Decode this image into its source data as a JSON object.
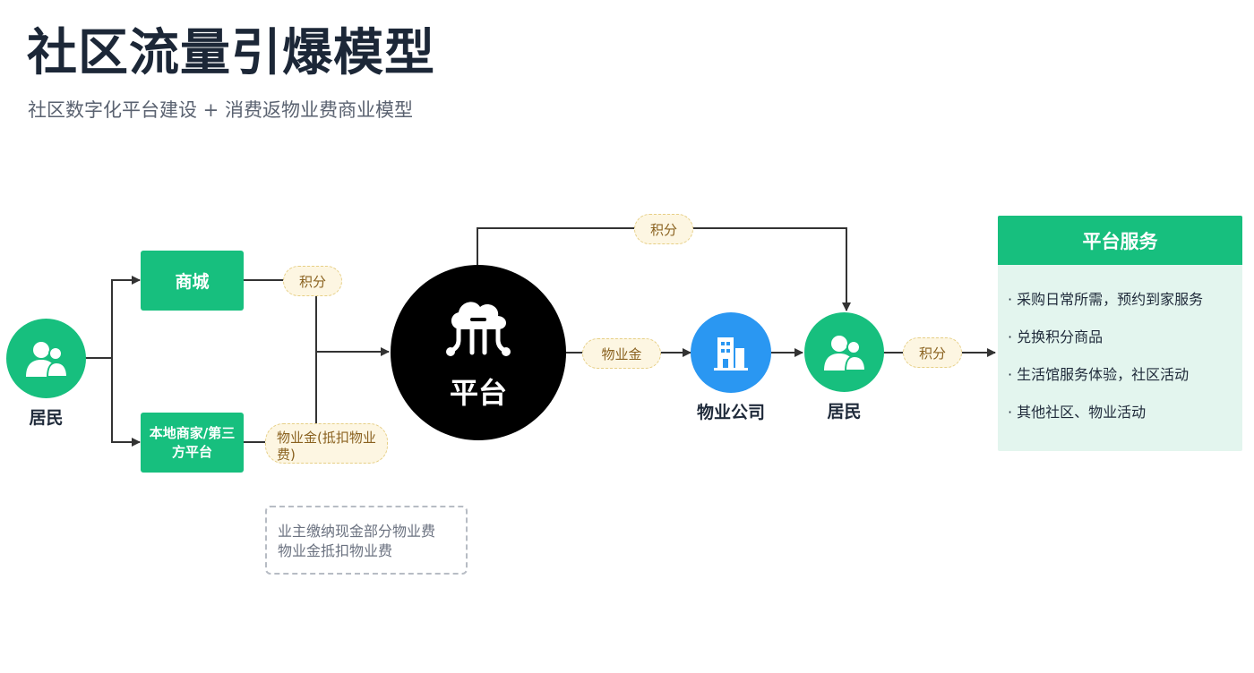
{
  "header": {
    "title": "社区流量引爆模型",
    "subtitle": "社区数字化平台建设 + 消费返物业费商业模型"
  },
  "nodes": {
    "resident_left": "居民",
    "mall": "商城",
    "local_merchant": "本地商家/第三方平台",
    "platform": "平台",
    "property_company": "物业公司",
    "resident_right": "居民"
  },
  "edge_labels": {
    "points_mall": "积分",
    "property_gold_deduct": "物业金(抵扣物业费)",
    "points_top": "积分",
    "property_gold": "物业金",
    "points_right": "积分"
  },
  "note": {
    "lines": [
      "业主缴纳现金部分物业费",
      "物业金抵扣物业费"
    ]
  },
  "services_panel": {
    "title": "平台服务",
    "items": [
      "· 采购日常所需，预约到家服务",
      "· 兑换积分商品",
      "· 生活馆服务体验，社区活动",
      "· 其他社区、物业活动"
    ]
  },
  "colors": {
    "green": "#17bf7e",
    "blue": "#2a97f2",
    "platform": "#000000",
    "pill_fill": "#fdf6e2",
    "panel_fill": "#e3f5ee"
  },
  "icons": {
    "resident": "users-icon",
    "platform": "cloud-network-icon",
    "property": "building-icon"
  }
}
